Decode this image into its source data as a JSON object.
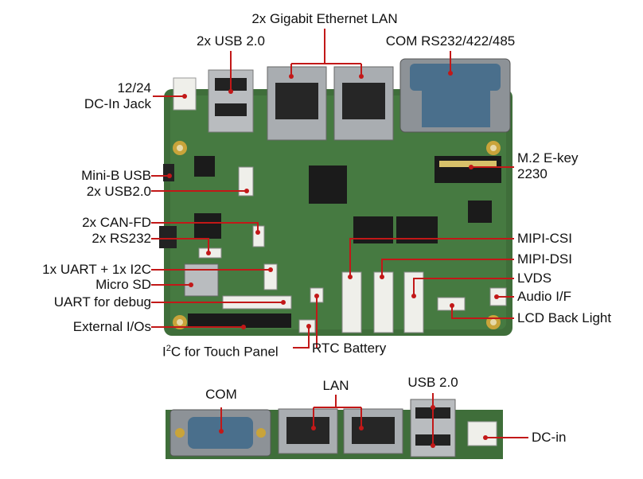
{
  "colors": {
    "pcb": "#3f6e3a",
    "pcb_dark": "#2c5129",
    "line": "#c21818",
    "chip": "#1b1b1b",
    "connector_white": "#efefea",
    "metal": "#b9bcbf",
    "com_blue": "#4a6f8c"
  },
  "labels": {
    "dc_in_jack": "12/24\nDC-In Jack",
    "usb2_top": "2x USB 2.0",
    "gbe_lan": "2x Gigabit Ethernet LAN",
    "com_port": "COM RS232/422/485",
    "mini_b_usb": "Mini-B USB",
    "usb2_internal": "2x USB2.0",
    "can_fd": "2x CAN-FD",
    "rs232": "2x RS232",
    "uart_i2c": "1x UART + 1x I2C",
    "micro_sd": "Micro SD",
    "uart_debug": "UART for debug",
    "external_io": "External I/Os",
    "i2c_touch_prefix": "I",
    "i2c_touch_sup": "2",
    "i2c_touch_suffix": "C for Touch Panel",
    "rtc_battery": "RTC Battery",
    "m2_ekey": "M.2 E-key\n2230",
    "mipi_csi": "MIPI-CSI",
    "mipi_dsi": "MIPI-DSI",
    "lvds": "LVDS",
    "audio_if": "Audio I/F",
    "lcd_backlight": "LCD Back Light",
    "bottom_com": "COM",
    "bottom_lan": "LAN",
    "bottom_usb": "USB 2.0",
    "bottom_dcin": "DC-in"
  }
}
